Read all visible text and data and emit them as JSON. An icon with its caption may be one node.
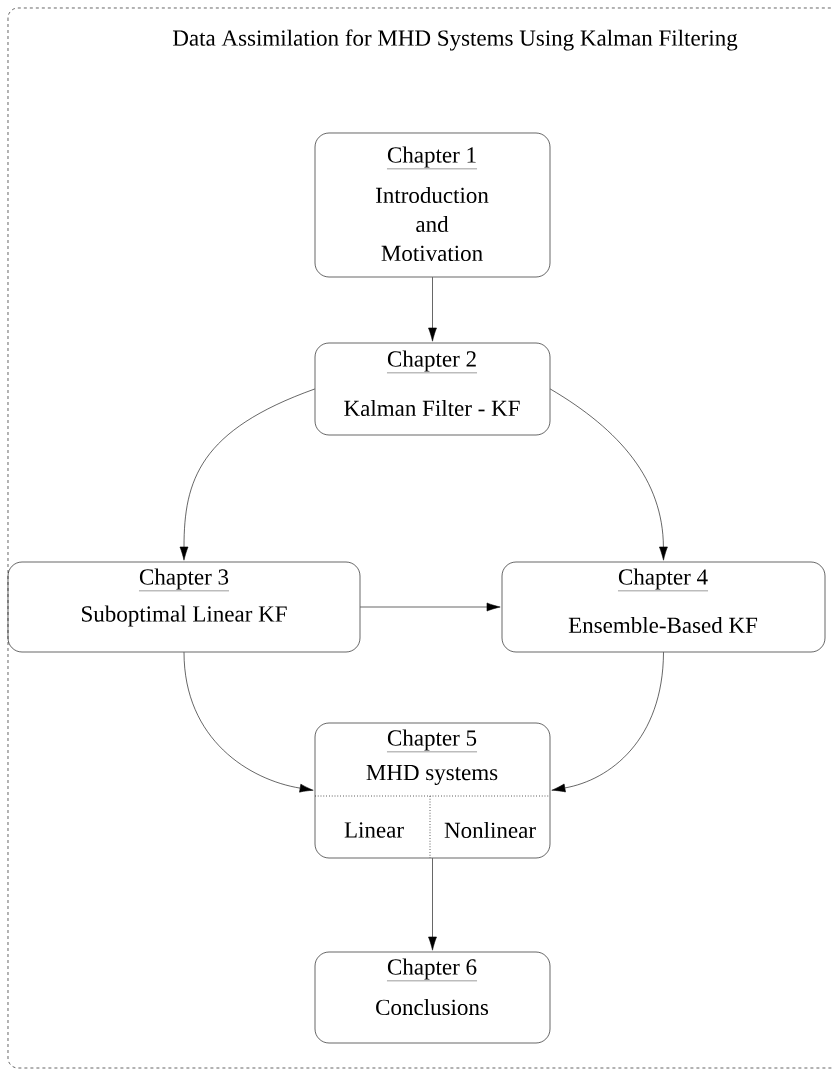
{
  "diagram": {
    "title": "Data Assimilation for MHD Systems Using Kalman Filtering",
    "nodes": [
      {
        "text": [
          "Chapter 1",
          "Introduction and Motivation"
        ]
      },
      {
        "text": [
          "Chapter 2",
          "Kalman Filter - KF"
        ]
      },
      {
        "text": [
          "Chapter 3",
          "Suboptimal Linear KF"
        ]
      },
      {
        "text": [
          "Chapter 4",
          "Ensemble-Based KF"
        ]
      },
      {
        "text": [
          "Chapter 5",
          "MHD systems",
          "Linear",
          "Nonlinear"
        ]
      },
      {
        "text": [
          "Chapter 6",
          "Conclusions"
        ]
      }
    ],
    "edges": [
      {
        "from": 0,
        "to": 1,
        "arrow": "to"
      },
      {
        "from": 1,
        "to": 2,
        "arrow": "to"
      },
      {
        "from": 1,
        "to": 3,
        "arrow": "to"
      },
      {
        "from": 2,
        "to": 3,
        "arrow": "to"
      },
      {
        "from": 2,
        "to": 4,
        "arrow": "to"
      },
      {
        "from": 3,
        "to": 4,
        "arrow": "to"
      },
      {
        "from": 4,
        "to": 5,
        "arrow": "to"
      }
    ]
  }
}
